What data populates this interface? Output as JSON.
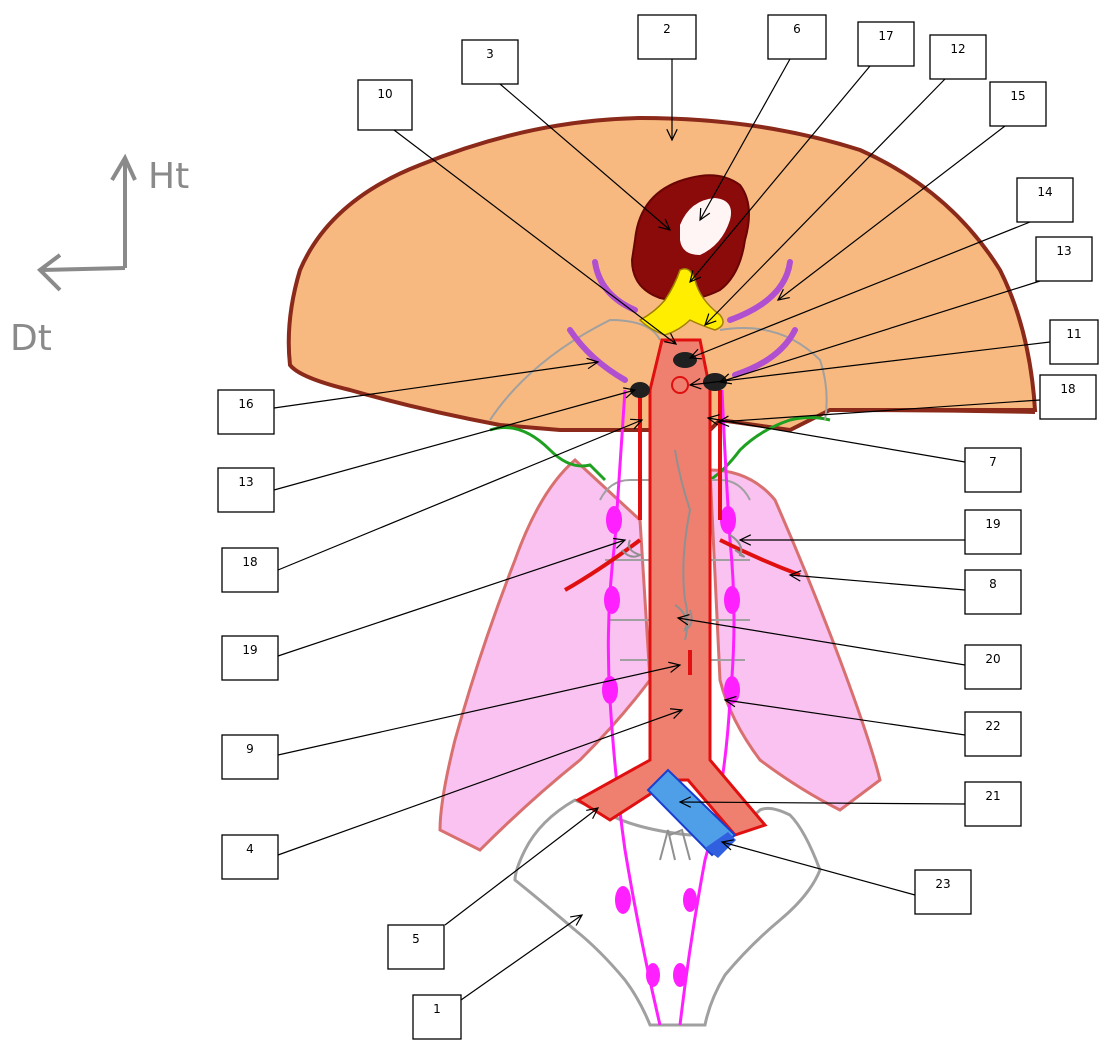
{
  "axes": {
    "up_label": "Ht",
    "left_label": "Dt"
  },
  "labels": [
    "1",
    "2",
    "3",
    "4",
    "5",
    "6",
    "7",
    "8",
    "9",
    "10",
    "11",
    "12",
    "13",
    "14",
    "15",
    "16",
    "17",
    "18",
    "19",
    "20",
    "21",
    "22",
    "23"
  ],
  "colors": {
    "liver": "#f8b980",
    "liver_outline": "#8b2a1a",
    "lung": "#f9c2f0",
    "lung_outline": "#d97070",
    "aorta": "#ef8070",
    "aorta_outline": "#e01010",
    "nerve": "#ff20ff",
    "kidney_dark": "#8b0a0a",
    "yellow": "#ffee00",
    "blue": "#4f9fe8",
    "green": "#1ea020",
    "gray": "#a0a0a0"
  },
  "callouts": [
    {
      "text": "2"
    },
    {
      "text": "3"
    },
    {
      "text": "6"
    },
    {
      "text": "17"
    },
    {
      "text": "12"
    },
    {
      "text": "10"
    },
    {
      "text": "15"
    },
    {
      "text": "14"
    },
    {
      "text": "13"
    },
    {
      "text": "11"
    },
    {
      "text": "18"
    },
    {
      "text": "16"
    },
    {
      "text": "13"
    },
    {
      "text": "7"
    },
    {
      "text": "18"
    },
    {
      "text": "19"
    },
    {
      "text": "8"
    },
    {
      "text": "19"
    },
    {
      "text": "20"
    },
    {
      "text": "9"
    },
    {
      "text": "22"
    },
    {
      "text": "4"
    },
    {
      "text": "21"
    },
    {
      "text": "23"
    },
    {
      "text": "5"
    },
    {
      "text": "1"
    }
  ]
}
